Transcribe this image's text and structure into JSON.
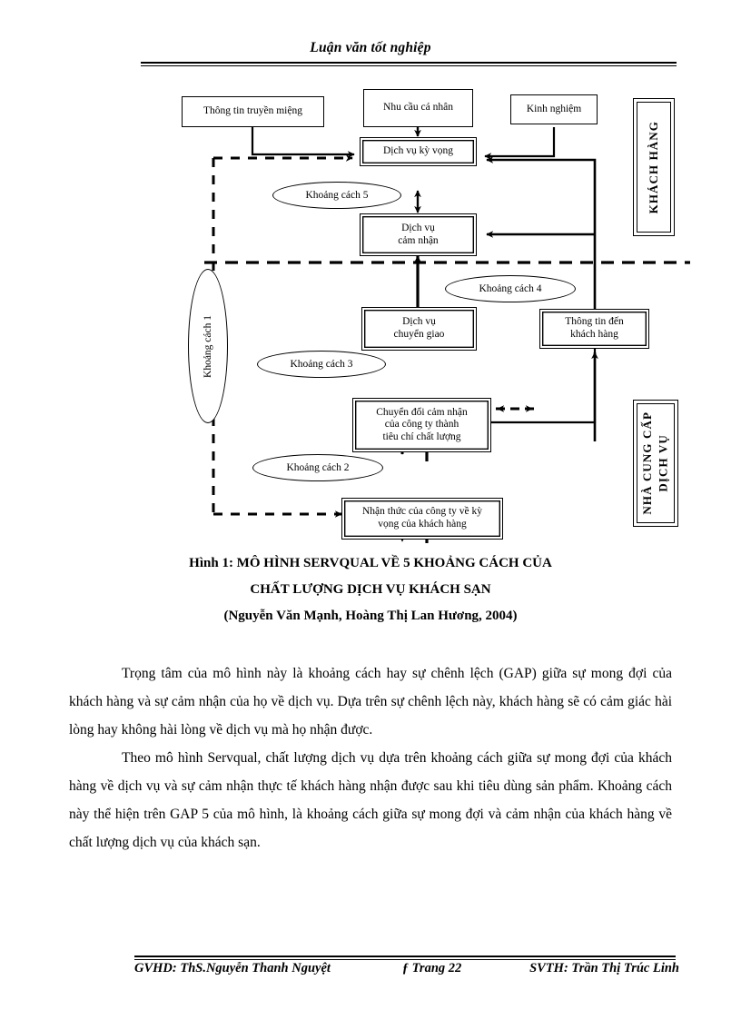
{
  "header": {
    "title": "Luận văn tốt nghiệp"
  },
  "figure": {
    "boxes": {
      "word_of_mouth": "Thông tin truyền miệng",
      "personal_needs": "Nhu cầu cá nhân",
      "experience": "Kinh nghiệm",
      "expected_service": "Dịch vụ kỳ vọng",
      "perceived_service": "Dịch vụ\ncảm nhận",
      "service_delivery": "Dịch vụ\nchuyển giao",
      "external_communications": "Thông tin đến\nkhách hàng",
      "quality_specs": "Chuyển đổi cảm nhận\ncủa công ty thành\ntiêu chí chất lượng",
      "management_perceptions": "Nhận thức của công ty về kỳ\nvọng của khách hàng"
    },
    "gaps": {
      "gap1": "Khoảng cách 1",
      "gap2": "Khoảng cách 2",
      "gap3": "Khoảng cách 3",
      "gap4": "Khoảng cách 4",
      "gap5": "Khoảng cách 5"
    },
    "side_labels": {
      "customer": "KHÁCH HÀNG",
      "provider": "NHÀ CUNG CẤP\nDỊCH VỤ"
    }
  },
  "caption": {
    "line1": "Hình 1: MÔ HÌNH SERVQUAL VỀ 5 KHOẢNG CÁCH CỦA",
    "line2": "CHẤT LƯỢNG DỊCH VỤ KHÁCH SẠN",
    "line3": "(Nguyễn Văn Mạnh, Hoàng Thị Lan Hương, 2004)"
  },
  "body": {
    "paragraph1": "Trọng tâm của mô hình này là khoảng cách hay sự chênh lệch (GAP) giữa sự mong đợi của khách hàng và sự cảm nhận của họ về dịch vụ. Dựa trên sự chênh lệch này, khách hàng sẽ có cảm giác hài lòng hay không hài lòng về dịch vụ mà họ nhận được.",
    "paragraph2": "Theo mô hình Servqual, chất lượng dịch vụ dựa trên khoảng cách giữa sự mong đợi của khách hàng về dịch vụ và sự cảm nhận thực tế khách hàng nhận được sau khi tiêu dùng sản phẩm. Khoảng cách này thể hiện trên GAP 5 của mô hình, là khoảng cách giữa sự mong đợi và cảm nhận của khách hàng về chất lượng dịch vụ của khách sạn."
  },
  "footer": {
    "supervisor": "GVHD: ThS.Nguyễn Thanh Nguyệt",
    "page": "ƒ Trang 22",
    "student": "SVTH: Trần Thị Trúc Linh"
  }
}
